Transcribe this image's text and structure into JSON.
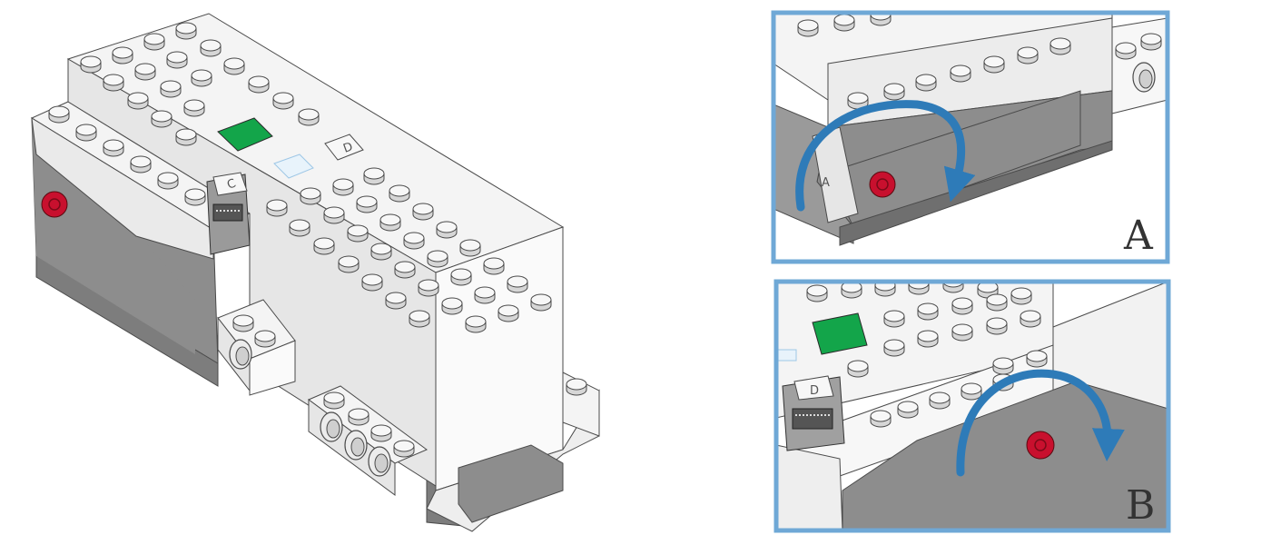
{
  "colors": {
    "panel_border": "#6fa8d6",
    "arrow": "#2e7bb8",
    "brick_white": "#f2f2f2",
    "brick_side": "#e2e2e2",
    "brick_gray": "#8d8d8d",
    "button_red": "#c8102e",
    "led_green": "#13a54a",
    "outline": "#4a4a4a"
  },
  "main_view": {
    "port_c_letter": "C",
    "port_d_letter": "D"
  },
  "panel_a": {
    "label": "A",
    "side_letter": "A",
    "arrow_icon": "rotate-arrow-clockwise-icon"
  },
  "panel_b": {
    "label": "B",
    "port_letter": "D",
    "arrow_icon": "rotate-arrow-clockwise-icon"
  }
}
